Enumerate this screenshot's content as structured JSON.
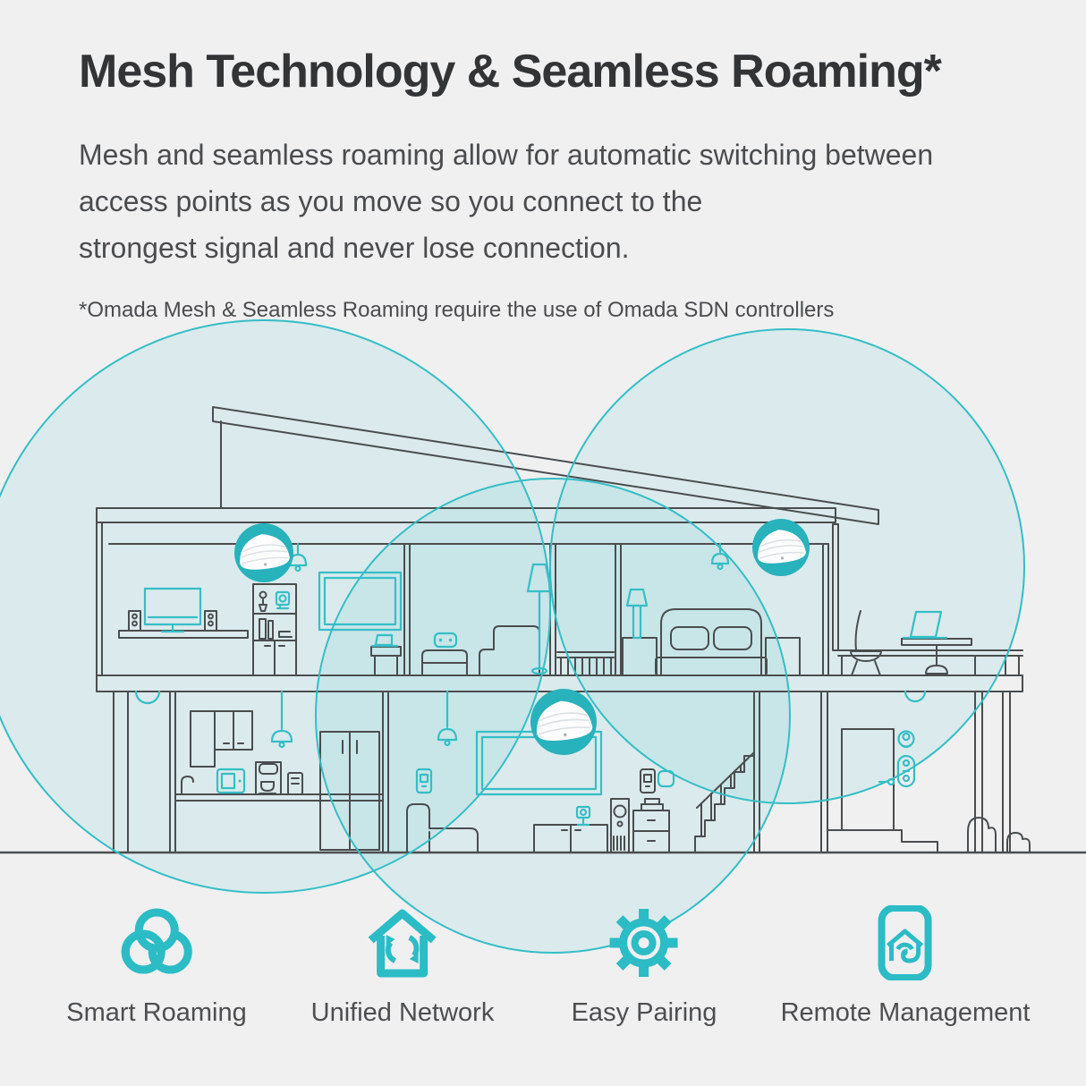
{
  "page": {
    "background": "#f0f0f1",
    "accent_teal": "#2fbdc5",
    "line_color": "#4a4d4f"
  },
  "header": {
    "title": "Mesh Technology & Seamless Roaming*",
    "description": "Mesh and seamless roaming allow for automatic switching between\naccess points as you move so you connect to the\nstrongest signal and never lose connection.",
    "footnote": "*Omada Mesh & Seamless Roaming require the use of Omada SDN controllers"
  },
  "illustration": {
    "subject": "Two-story house cross-section with three ceiling-mounted Omada access points",
    "coverage_circle_count": 3,
    "access_point_count": 3,
    "coverage_fill": "rgba(44,186,195,0.10)",
    "coverage_stroke": "#35bec6",
    "access_point_badge_color": "#28b2bc"
  },
  "features": {
    "items": [
      {
        "icon": "smart-roaming-icon",
        "label": "Smart Roaming"
      },
      {
        "icon": "unified-network-icon",
        "label": "Unified Network"
      },
      {
        "icon": "easy-pairing-icon",
        "label": "Easy Pairing"
      },
      {
        "icon": "remote-management-icon",
        "label": "Remote Management"
      }
    ]
  }
}
